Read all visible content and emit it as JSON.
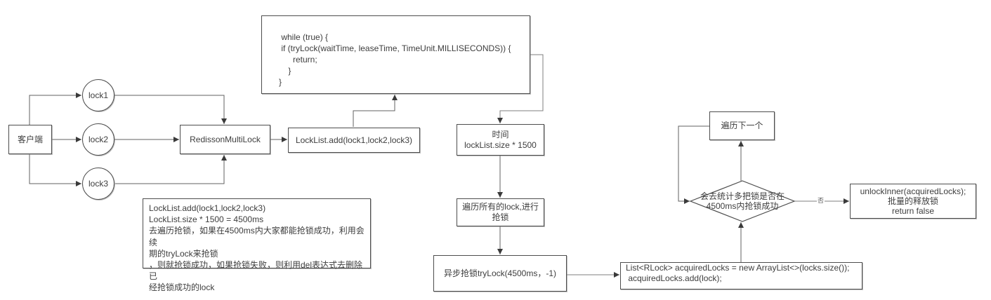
{
  "diagram": {
    "title_hint": "Redisson MultiLock 抢锁流程图",
    "colors": {
      "background": "#ffffff",
      "box_border": "#4d4d4d",
      "connector": "#616161",
      "text": "#3d3d3d",
      "edge_label_text": "#5c5c5c"
    },
    "nodes": {
      "client": {
        "label": "客户端"
      },
      "lock1": {
        "label": "lock1"
      },
      "lock2": {
        "label": "lock2"
      },
      "lock3": {
        "label": "lock3"
      },
      "redisson": {
        "label": "RedissonMultiLock"
      },
      "locklist_add": {
        "label": "LockList.add(lock1,lock2,lock3)"
      },
      "code": {
        "text": " while (true) {\n if (tryLock(waitTime, leaseTime, TimeUnit.MILLISECONDS)) {\n      return;\n    }\n}"
      },
      "time": {
        "line1": "时间",
        "line2": "lockList.size * 1500"
      },
      "iterate": {
        "line1": "遍历所有的lock,进行",
        "line2": "抢锁"
      },
      "async_trylock": {
        "label": "异步抢锁tryLock(4500ms，-1)"
      },
      "acquired": {
        "line1": "List<RLock> acquiredLocks = new ArrayList<>(locks.size());",
        "line2": " acquiredLocks.add(lock);"
      },
      "decision": {
        "line1": "会去统计多把锁是否在",
        "line2": "4500ms内抢锁成功"
      },
      "next": {
        "label": "遍历下一个"
      },
      "unlock": {
        "line1": "unlockInner(acquiredLocks);",
        "line2": "批量的释放锁",
        "line3": "return false"
      },
      "note": {
        "lines": [
          "LockList.add(lock1,lock2,lock3)",
          "LockList.size * 1500 = 4500ms",
          "去遍历抢锁，如果在4500ms内大家都能抢锁成功，利用会续",
          "期的tryLock来抢锁",
          "，则就抢锁成功，如果抢锁失败，则利用del表达式去删除已",
          "经抢锁成功的lock"
        ]
      }
    },
    "edge_labels": {
      "no": "否"
    }
  }
}
